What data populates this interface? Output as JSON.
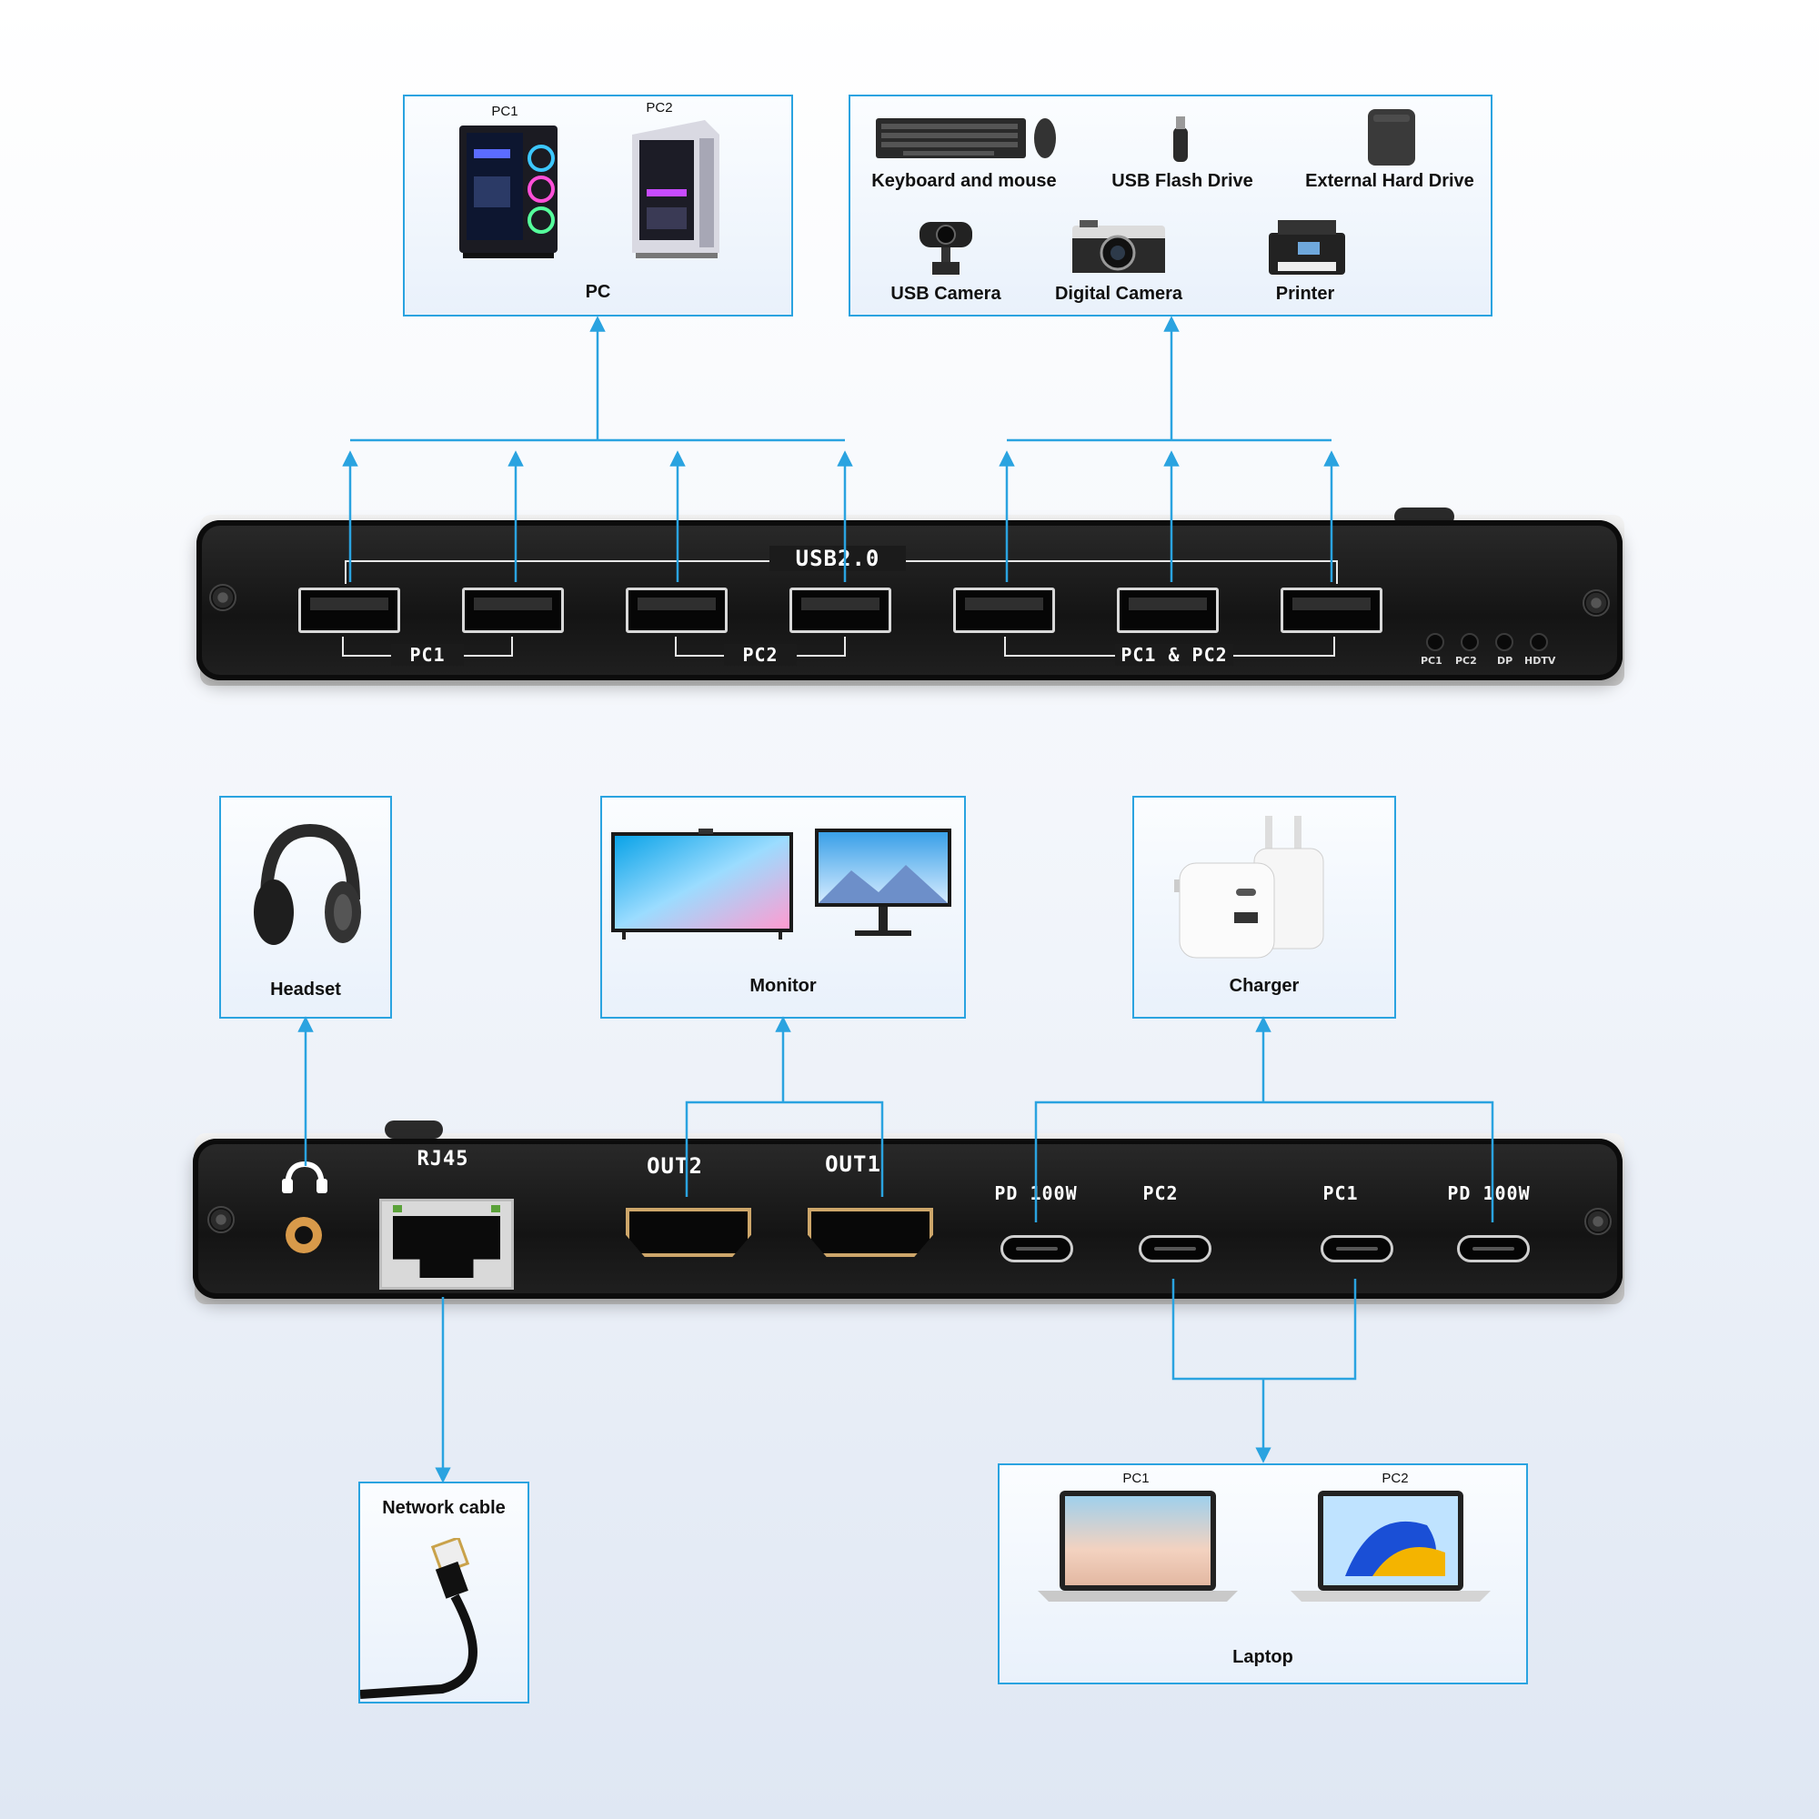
{
  "top_boxes": {
    "pc": {
      "pc1": "PC1",
      "pc2": "PC2",
      "label": "PC"
    },
    "usb_devices": {
      "keyboard": "Keyboard and mouse",
      "flash": "USB Flash Drive",
      "hdd": "External Hard Drive",
      "camera": "USB Camera",
      "digital_camera": "Digital Camera",
      "printer": "Printer"
    }
  },
  "top_device": {
    "usb_title": "USB2.0",
    "group_pc1": "PC1",
    "group_pc2": "PC2",
    "group_both": "PC1 & PC2",
    "leds": [
      "PC1",
      "PC2",
      "DP",
      "HDTV"
    ]
  },
  "mid_boxes": {
    "headset": "Headset",
    "monitor": "Monitor",
    "charger": "Charger"
  },
  "bottom_device": {
    "rj45": "RJ45",
    "out2": "OUT2",
    "out1": "OUT1",
    "pd_left": "PD 100W",
    "pc2": "PC2",
    "pc1": "PC1",
    "pd_right": "PD 100W"
  },
  "bottom_boxes": {
    "network": "Network cable",
    "laptop": {
      "pc1": "PC1",
      "pc2": "PC2",
      "label": "Laptop"
    }
  },
  "colors": {
    "accent": "#2aa3e0",
    "device": "#1a1a1a"
  }
}
